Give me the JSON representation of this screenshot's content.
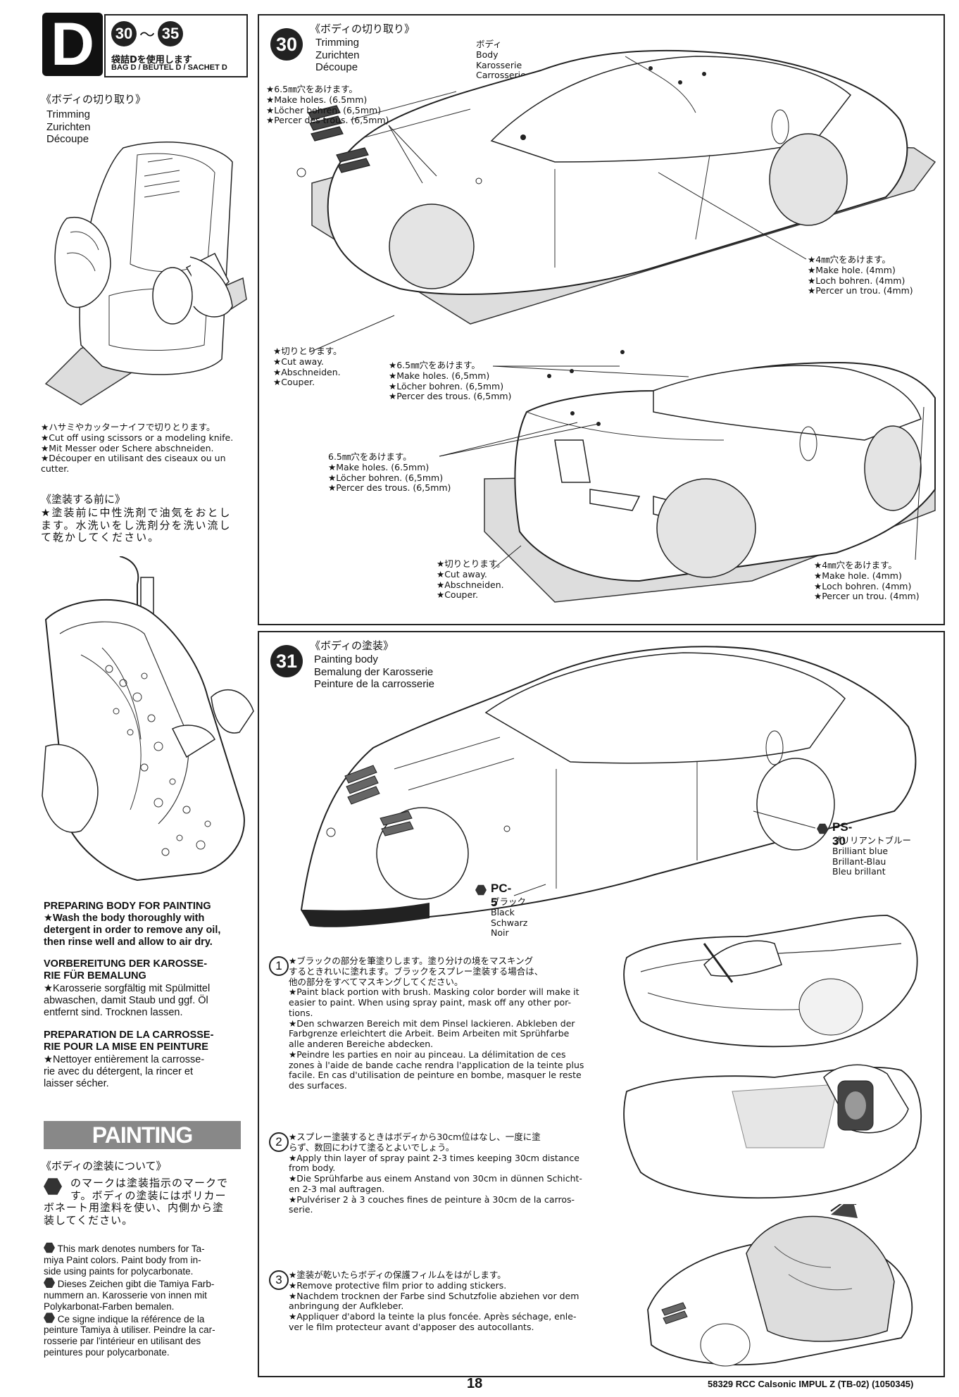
{
  "header": {
    "section_letter": "D",
    "step_start": "30",
    "step_range_sep": "～",
    "step_end": "35",
    "bag_jp": "袋詰Dを使用します",
    "bag_label": "BAG D / BEUTEL D / SACHET D"
  },
  "left": {
    "trimming_title_jp": "《ボディの切り取り》",
    "trimming_lines": [
      "Trimming",
      "Zurichten",
      "Découpe"
    ],
    "cut_jp": "★ハサミやカッターナイフで切りとります。",
    "cut_lines": [
      "★Cut off using scissors or a modeling knife.",
      "★Mit Messer oder Schere abschneiden.",
      "★Découper en utilisant des ciseaux ou un",
      "cutter."
    ],
    "before_paint_title_jp": "《塗装する前に》",
    "before_paint_jp": [
      "★塗装前に中性洗剤で油気をおとし",
      "ます。水洗いをし洗剤分を洗い流し",
      "て乾かしてください。"
    ],
    "prep_en_title": "PREPARING BODY FOR PAINTING",
    "prep_en": [
      "★Wash the body thoroughly with",
      "detergent in order to remove any oil,",
      "then rinse well and allow to air dry."
    ],
    "prep_de_title": [
      "VORBEREITUNG DER KAROSSE-",
      "RIE FÜR BEMALUNG"
    ],
    "prep_de": [
      "★Karosserie sorgfältig mit Spülmittel",
      "abwaschen, damit Staub und ggf. Öl",
      "entfernt sind. Trocknen lassen."
    ],
    "prep_fr_title": [
      "PREPARATION DE LA CARROSSE-",
      "RIE POUR LA MISE EN PEINTURE"
    ],
    "prep_fr": [
      "★Nettoyer entièrement la carrosse-",
      "rie avec du détergent, la rincer et",
      "laisser sécher."
    ],
    "painting_banner": "PAINTING",
    "about_paint_title_jp": "《ボディの塗装について》",
    "about_paint_jp": [
      "のマークは塗装指示のマークで",
      "す。ボディの塗装にはポリカー",
      "ボネート用塗料を使い、内側から塗",
      "装してください。"
    ],
    "mark_en": [
      "This mark denotes numbers for Ta-",
      "miya Paint colors. Paint body from in-",
      "side using paints for polycarbonate."
    ],
    "mark_de": [
      "Dieses Zeichen gibt die Tamiya Farb-",
      "nummern an. Karosserie von innen mit",
      "Polykarbonat-Farben bemalen."
    ],
    "mark_fr": [
      "Ce signe indique la référence de la",
      "peinture Tamiya à utiliser. Peindre la car-",
      "rosserie par l'intérieur en utilisant des",
      "peintures pour polycarbonate."
    ]
  },
  "step30": {
    "number": "30",
    "title_jp": "《ボディの切り取り》",
    "title_lines": [
      "Trimming",
      "Zurichten",
      "Découpe"
    ],
    "body_label": [
      "ボディ",
      "Body",
      "Karosserie",
      "Carrosserie"
    ],
    "holes65_a": [
      "★6.5㎜穴をあけます。",
      "★Make holes. (6.5mm)",
      "★Löcher bohren. (6,5mm)",
      "★Percer des trous. (6,5mm)"
    ],
    "hole4_a": [
      "★4㎜穴をあけます。",
      "★Make hole. (4mm)",
      "★Loch bohren. (4mm)",
      "★Percer un trou. (4mm)"
    ],
    "cut_a": [
      "★切りとります。",
      "★Cut away.",
      "★Abschneiden.",
      "★Couper."
    ],
    "holes65_b": [
      "★6.5㎜穴をあけます。",
      "★Make holes. (6,5mm)",
      "★Löcher bohren. (6,5mm)",
      "★Percer des trous. (6,5mm)"
    ],
    "holes65_c": [
      "6.5㎜穴をあけます。",
      "★Make holes. (6.5mm)",
      "★Löcher bohren. (6,5mm)",
      "★Percer des trous. (6,5mm)"
    ],
    "cut_b": [
      "★切りとります。",
      "★Cut away.",
      "★Abschneiden.",
      "★Couper."
    ],
    "hole4_b": [
      "★4㎜穴をあけます。",
      "★Make hole. (4mm)",
      "★Loch bohren. (4mm)",
      "★Percer un trou. (4mm)"
    ]
  },
  "step31": {
    "number": "31",
    "title_jp": "《ボディの塗装》",
    "title_lines": [
      "Painting body",
      "Bemalung der Karosserie",
      "Peinture de la carrosserie"
    ],
    "ps30": {
      "code": "PS-30",
      "lines": [
        "ブリリアントブルー",
        "Brilliant blue",
        "Brillant-Blau",
        "Bleu brillant"
      ]
    },
    "pc5": {
      "code": "PC-5",
      "lines": [
        "ブラック",
        "Black",
        "Schwarz",
        "Noir"
      ]
    },
    "note1_num": "1",
    "note1": [
      "★ブラックの部分を筆塗りします。塗り分けの境をマスキング",
      "するときれいに塗れます。ブラックをスプレー塗装する場合は、",
      "他の部分をすべてマスキングしてください。",
      "★Paint black portion with brush. Masking color border will make it",
      "easier to paint. When using spray paint, mask off any other por-",
      "tions.",
      "★Den schwarzen Bereich mit dem Pinsel lackieren. Abkleben der",
      "Farbgrenze erleichtert die Arbeit. Beim Arbeiten mit Sprühfarbe",
      "alle anderen Bereiche abdecken.",
      "★Peindre les parties en noir au pinceau. La délimitation de ces",
      "zones à l'aide de bande cache rendra l'application de la teinte plus",
      "facile. En cas d'utilisation de peinture en bombe, masquer le reste",
      "des surfaces."
    ],
    "note2_num": "2",
    "note2": [
      "★スプレー塗装するときはボディから30cm位はなし、一度に塗",
      "らず、数回にわけて塗るとよいでしょう。",
      "★Apply thin layer of spray paint 2-3 times keeping 30cm distance",
      "from body.",
      "★Die Sprühfarbe aus einem Anstand von 30cm in dünnen Schicht-",
      "en 2-3 mal auftragen.",
      "★Pulvériser 2 à 3 couches fines de peinture à 30cm de la carros-",
      "serie."
    ],
    "note3_num": "3",
    "note3": [
      "★塗装が乾いたらボディの保護フィルムをはがします。",
      "★Remove protective film prior to adding stickers.",
      "★Nachdem trocknen der Farbe sind Schutzfolie abziehen vor dem",
      "anbringung der Aufkleber.",
      "★Appliquer d'abord la teinte la plus foncée. Après séchage, enle-",
      "ver le film protecteur avant d'apposer des autocollants."
    ]
  },
  "footer": {
    "page_number": "18",
    "model_info": "58329 RCC Calsonic IMPUL Z (TB-02) (1050345)"
  }
}
